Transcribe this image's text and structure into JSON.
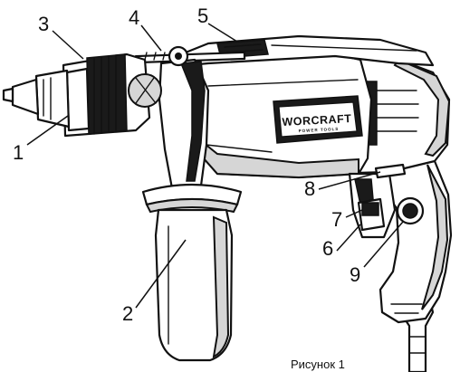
{
  "figure": {
    "caption": "Рисунок 1",
    "brand": "WORCRAFT",
    "brand_sub": "POWER TOOLS"
  },
  "callouts": [
    "1",
    "2",
    "3",
    "4",
    "5",
    "6",
    "7",
    "8",
    "9"
  ]
}
